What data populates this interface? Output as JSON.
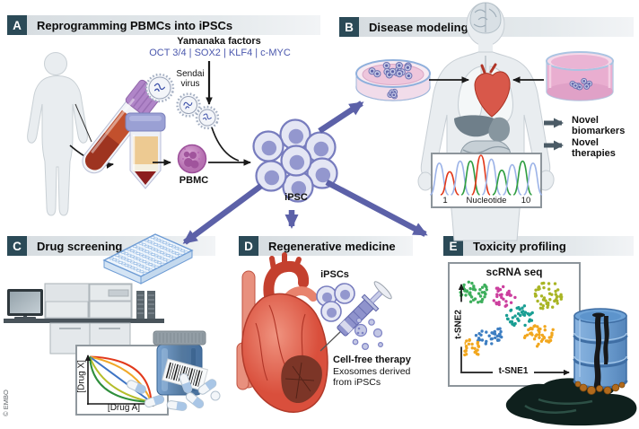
{
  "figure": {
    "credit": "© EMBO"
  },
  "colors": {
    "accent_purple": "#5c61a8",
    "panel_letter_bg": "#2b4a57",
    "factors_text": "#4a57ad",
    "output_arrow": "#4b5b66"
  },
  "panels": {
    "a": {
      "letter": "A",
      "title": "Reprogramming PBMCs into iPSCs",
      "yamanaka_title": "Yamanaka factors",
      "yamanaka_factors": "OCT 3/4 | SOX2 | KLF4 | c-MYC",
      "sendai_line1": "Sendai",
      "sendai_line2": "virus",
      "pbmc_label": "PBMC",
      "ipsc_label": "iPSC"
    },
    "b": {
      "letter": "B",
      "title": "Disease modeling",
      "outputs": [
        {
          "line1": "Novel",
          "line2": "biomarkers"
        },
        {
          "line1": "Novel",
          "line2": "therapies"
        }
      ]
    },
    "c": {
      "letter": "C",
      "title": "Drug screening"
    },
    "d": {
      "letter": "D",
      "title": "Regenerative medicine",
      "ipscs_label": "iPSCs",
      "therapy_title": "Cell-free therapy",
      "therapy_line1": "Exosomes derived",
      "therapy_line2": "from iPSCs"
    },
    "e": {
      "letter": "E",
      "title": "Toxicity profiling"
    }
  },
  "chart_data": [
    {
      "type": "area",
      "name": "sanger-chromatogram",
      "panel": "B",
      "xlabel": "Nucleotide",
      "x_ticks": [
        "1",
        "10"
      ],
      "x_range": [
        1,
        10
      ],
      "peaks": [
        {
          "x": 1,
          "color": "#9db4e8",
          "height": 0.8
        },
        {
          "x": 2,
          "color": "#e2391b",
          "height": 0.58
        },
        {
          "x": 3,
          "color": "#9db4e8",
          "height": 0.85
        },
        {
          "x": 4,
          "color": "#2f9e41",
          "height": 0.85
        },
        {
          "x": 5,
          "color": "#e2391b",
          "height": 1.0
        },
        {
          "x": 6,
          "color": "#9db4e8",
          "height": 0.9
        },
        {
          "x": 7,
          "color": "#2f9e41",
          "height": 0.62
        },
        {
          "x": 8,
          "color": "#9db4e8",
          "height": 0.76
        },
        {
          "x": 9,
          "color": "#2f9e41",
          "height": 0.85
        },
        {
          "x": 10,
          "color": "#9db4e8",
          "height": 0.8
        }
      ]
    },
    {
      "type": "line",
      "name": "drug-combination-response",
      "panel": "C",
      "xlabel": "[Drug A]",
      "ylabel": "[Drug X]",
      "grid": false,
      "series": [
        {
          "color": "#e2391b",
          "shape": "convex-strong",
          "curvature": 0.92
        },
        {
          "color": "#f0a828",
          "shape": "convex",
          "curvature": 0.55
        },
        {
          "color": "#3d74c4",
          "shape": "linear",
          "curvature": 0.0
        },
        {
          "color": "#b5bd2a",
          "shape": "concave",
          "curvature": -0.55
        },
        {
          "color": "#2f8f3c",
          "shape": "concave-strong",
          "curvature": -0.9
        }
      ]
    },
    {
      "type": "scatter",
      "name": "tsne-scrna-seq",
      "panel": "E",
      "title": "scRNA seq",
      "xlabel": "t-SNE1",
      "ylabel": "t-SNE2",
      "axes_arrows": true,
      "clusters": [
        {
          "color": "#3cae5b",
          "center": [
            0.16,
            0.18
          ],
          "spread": [
            0.12,
            0.13
          ],
          "n": 42
        },
        {
          "color": "#cc3f9e",
          "center": [
            0.42,
            0.22
          ],
          "spread": [
            0.1,
            0.12
          ],
          "n": 28
        },
        {
          "color": "#a9b525",
          "center": [
            0.8,
            0.22
          ],
          "spread": [
            0.13,
            0.16
          ],
          "n": 46
        },
        {
          "color": "#199e93",
          "center": [
            0.55,
            0.44
          ],
          "spread": [
            0.12,
            0.13
          ],
          "n": 36
        },
        {
          "color": "#3d7ec2",
          "center": [
            0.3,
            0.66
          ],
          "spread": [
            0.13,
            0.11
          ],
          "n": 32
        },
        {
          "color": "#f2a71e",
          "center": [
            0.13,
            0.8
          ],
          "spread": [
            0.09,
            0.1
          ],
          "n": 24
        },
        {
          "color": "#f2a71e",
          "center": [
            0.73,
            0.66
          ],
          "spread": [
            0.14,
            0.12
          ],
          "n": 44
        }
      ]
    }
  ]
}
